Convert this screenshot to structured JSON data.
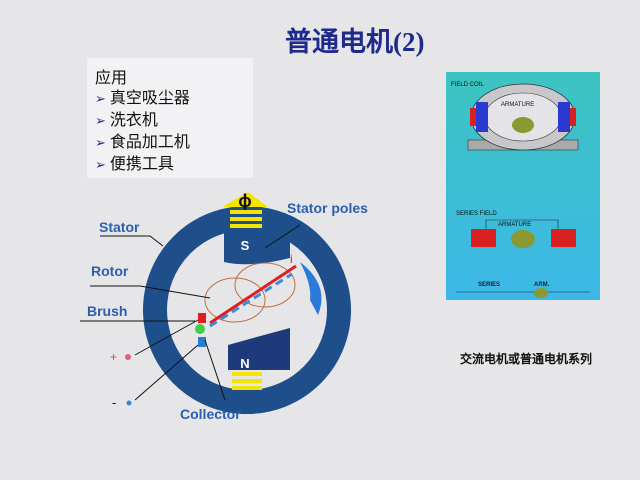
{
  "title": "普通电机(2)",
  "applications": {
    "heading": "应用",
    "items": [
      "真空吸尘器",
      "洗衣机",
      "食品加工机",
      "便携工具"
    ]
  },
  "diagram": {
    "stator": "Stator",
    "stator_poles": "Stator  poles",
    "rotor": "Rotor",
    "brush": "Brush",
    "collector": "Collector",
    "plus": "+",
    "minus": "-",
    "pole_s": "S",
    "pole_n": "N",
    "phi": "ϕ",
    "current": "i"
  },
  "figure_right": {
    "field_coil": "FIELD COIL",
    "armature": "ARMATURE",
    "series_field": "SERIES FIELD",
    "armature2": "ARMATURE",
    "series": "SERIES",
    "arm": "ARM."
  },
  "caption": "交流电机或普通电机系列"
}
